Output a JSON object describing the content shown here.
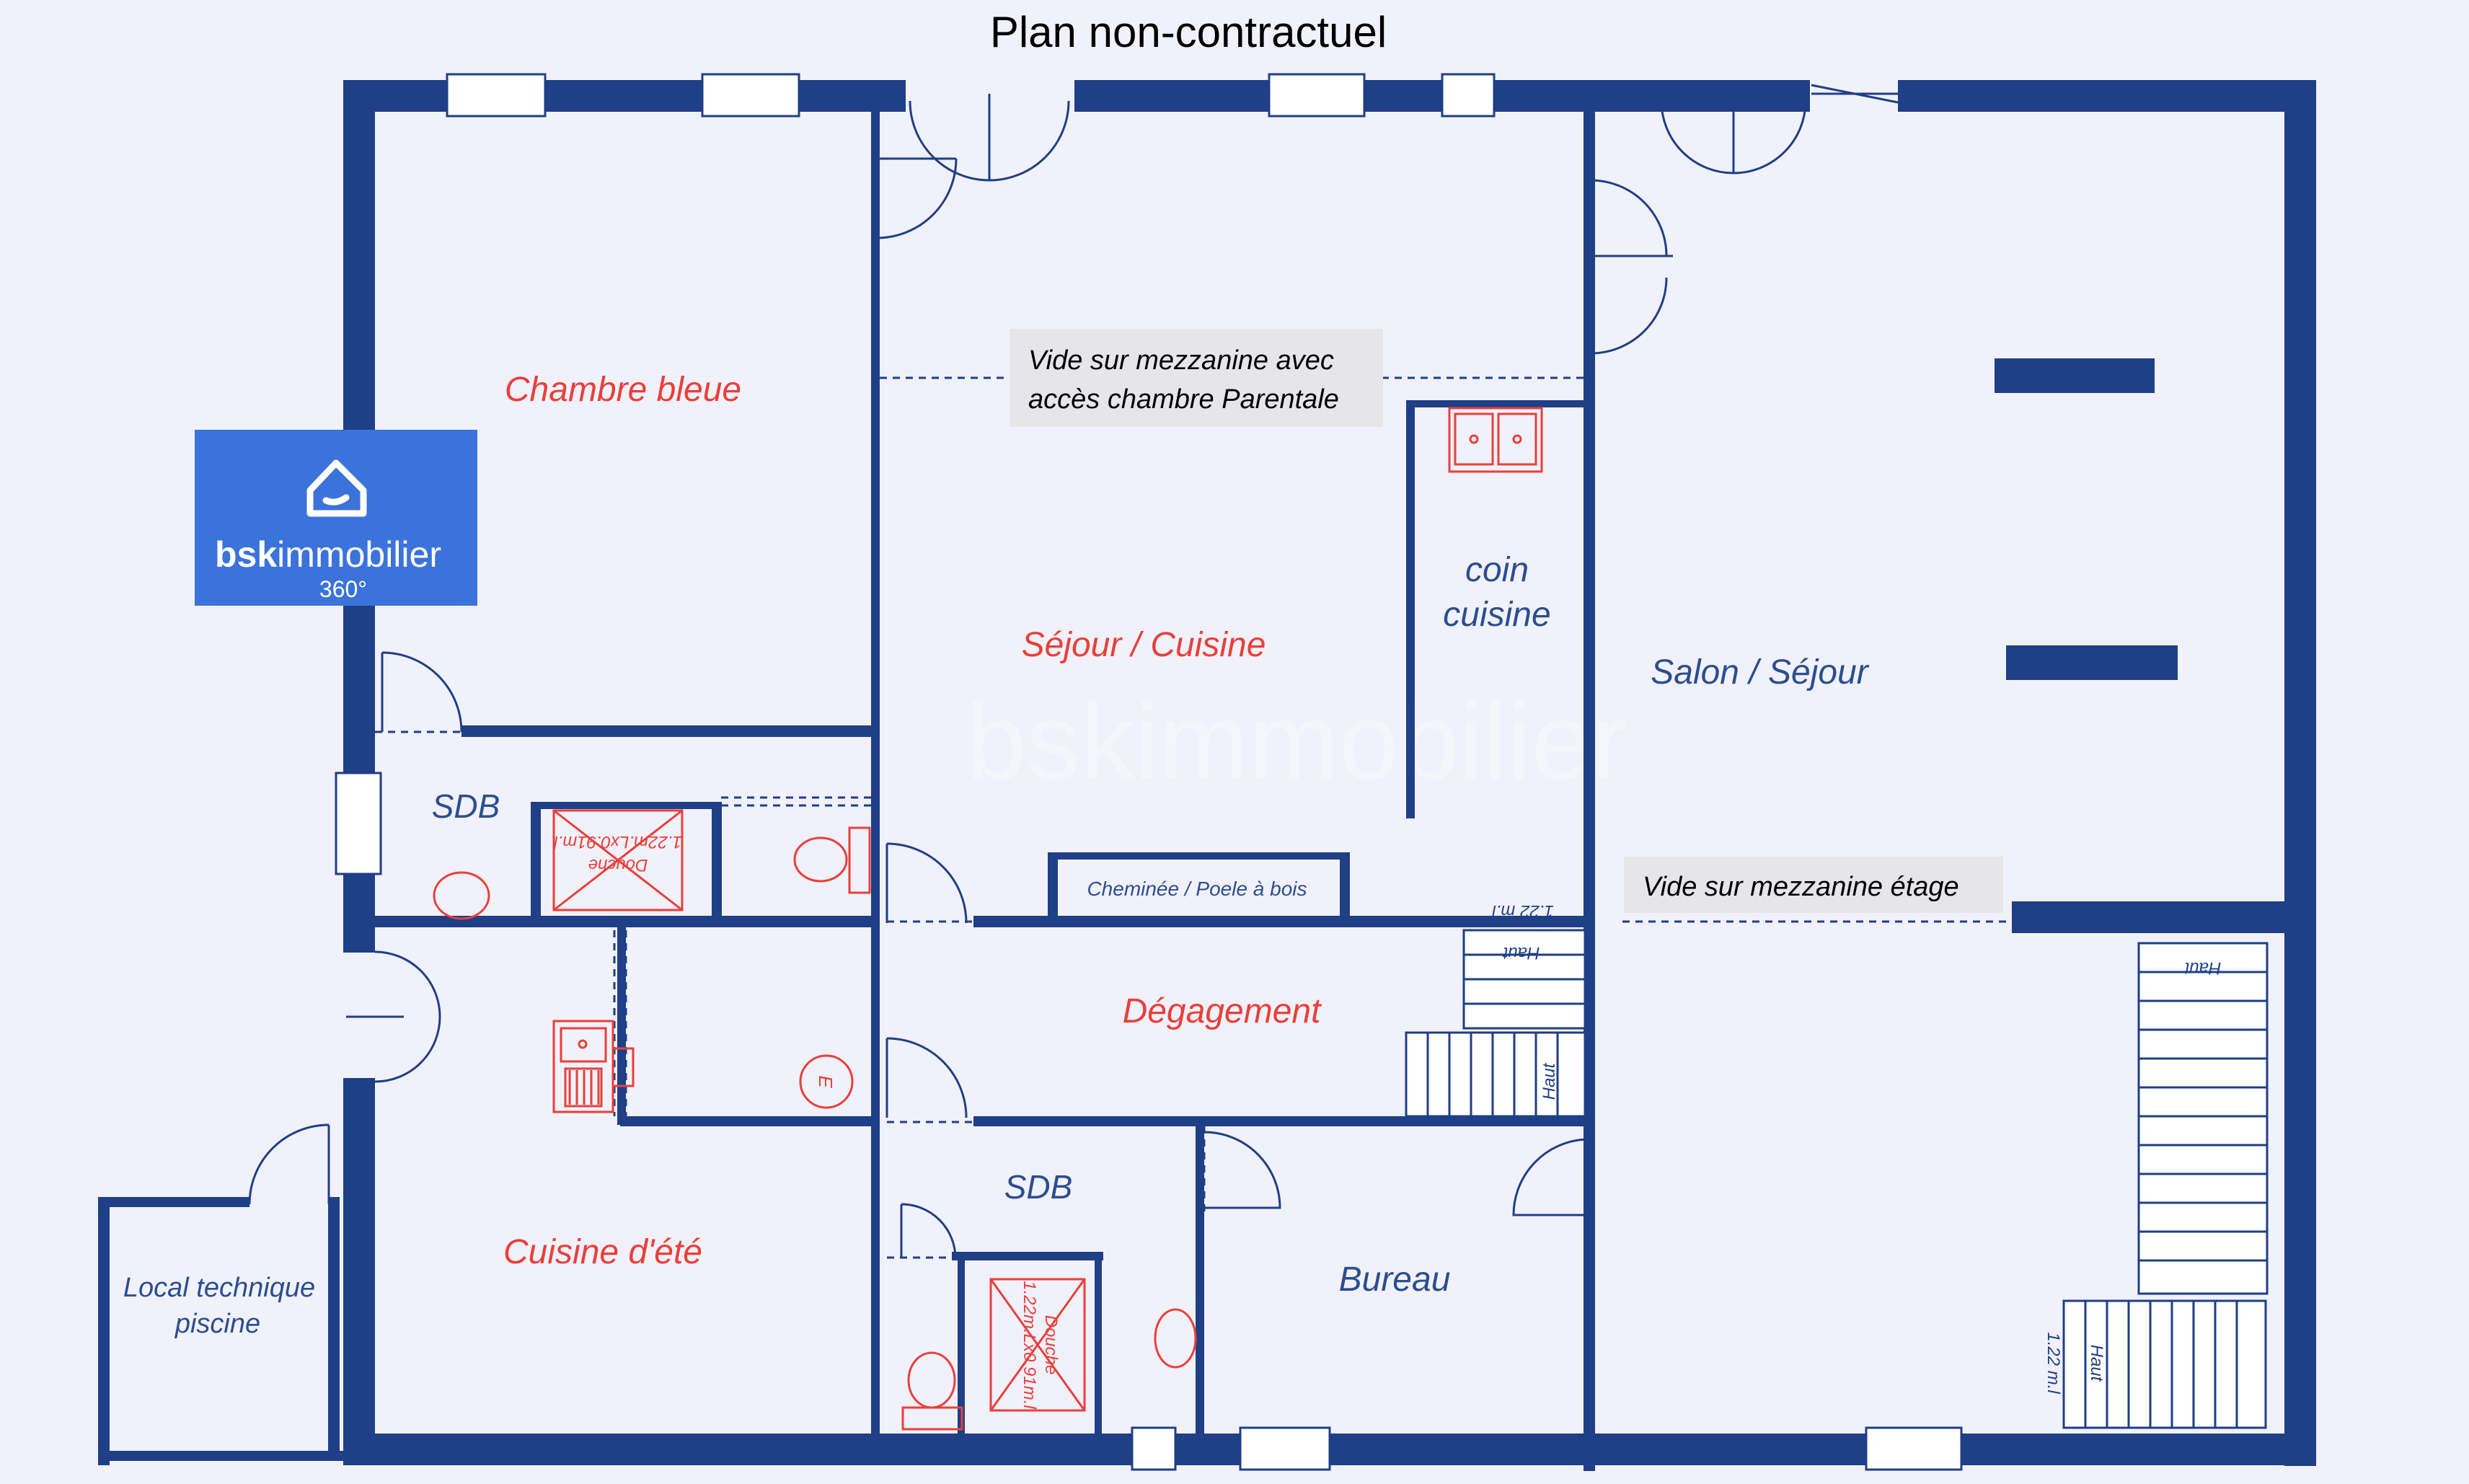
{
  "header": {
    "title": "Plan non-contractuel"
  },
  "logo": {
    "brand_bold": "bsk",
    "brand_light": "immobilier",
    "suffix": "360°",
    "watermark": "bskimmobilier"
  },
  "notes": {
    "mezzanine_line1": "Vide sur mezzanine avec",
    "mezzanine_line2": "accès chambre Parentale",
    "mezzanine_floor": "Vide sur mezzanine étage"
  },
  "rooms": {
    "chambre_bleue": "Chambre bleue",
    "sejour_cuisine": "Séjour / Cuisine",
    "coin_line1": "coin",
    "coin_line2": "cuisine",
    "salon_sejour": "Salon / Séjour",
    "sdb_top": "SDB",
    "degagement": "Dégagement",
    "cuisine_ete": "Cuisine d'été",
    "sdb_bottom": "SDB",
    "bureau": "Bureau",
    "local_line1": "Local technique",
    "local_line2": "piscine"
  },
  "fixtures": {
    "cheminee": "Cheminée / Poele à bois",
    "douche": "Douche",
    "douche_dim": "1.22m.Lx0.91m.l",
    "haut": "Haut",
    "height_label": "1.22 m.l",
    "oven": "E"
  },
  "colors": {
    "wall": "#1f3f86",
    "fixture": "#e8403a",
    "label_red": "#e8403a",
    "label_blue": "#2b4e8f",
    "logo_bg": "#3b73db"
  }
}
